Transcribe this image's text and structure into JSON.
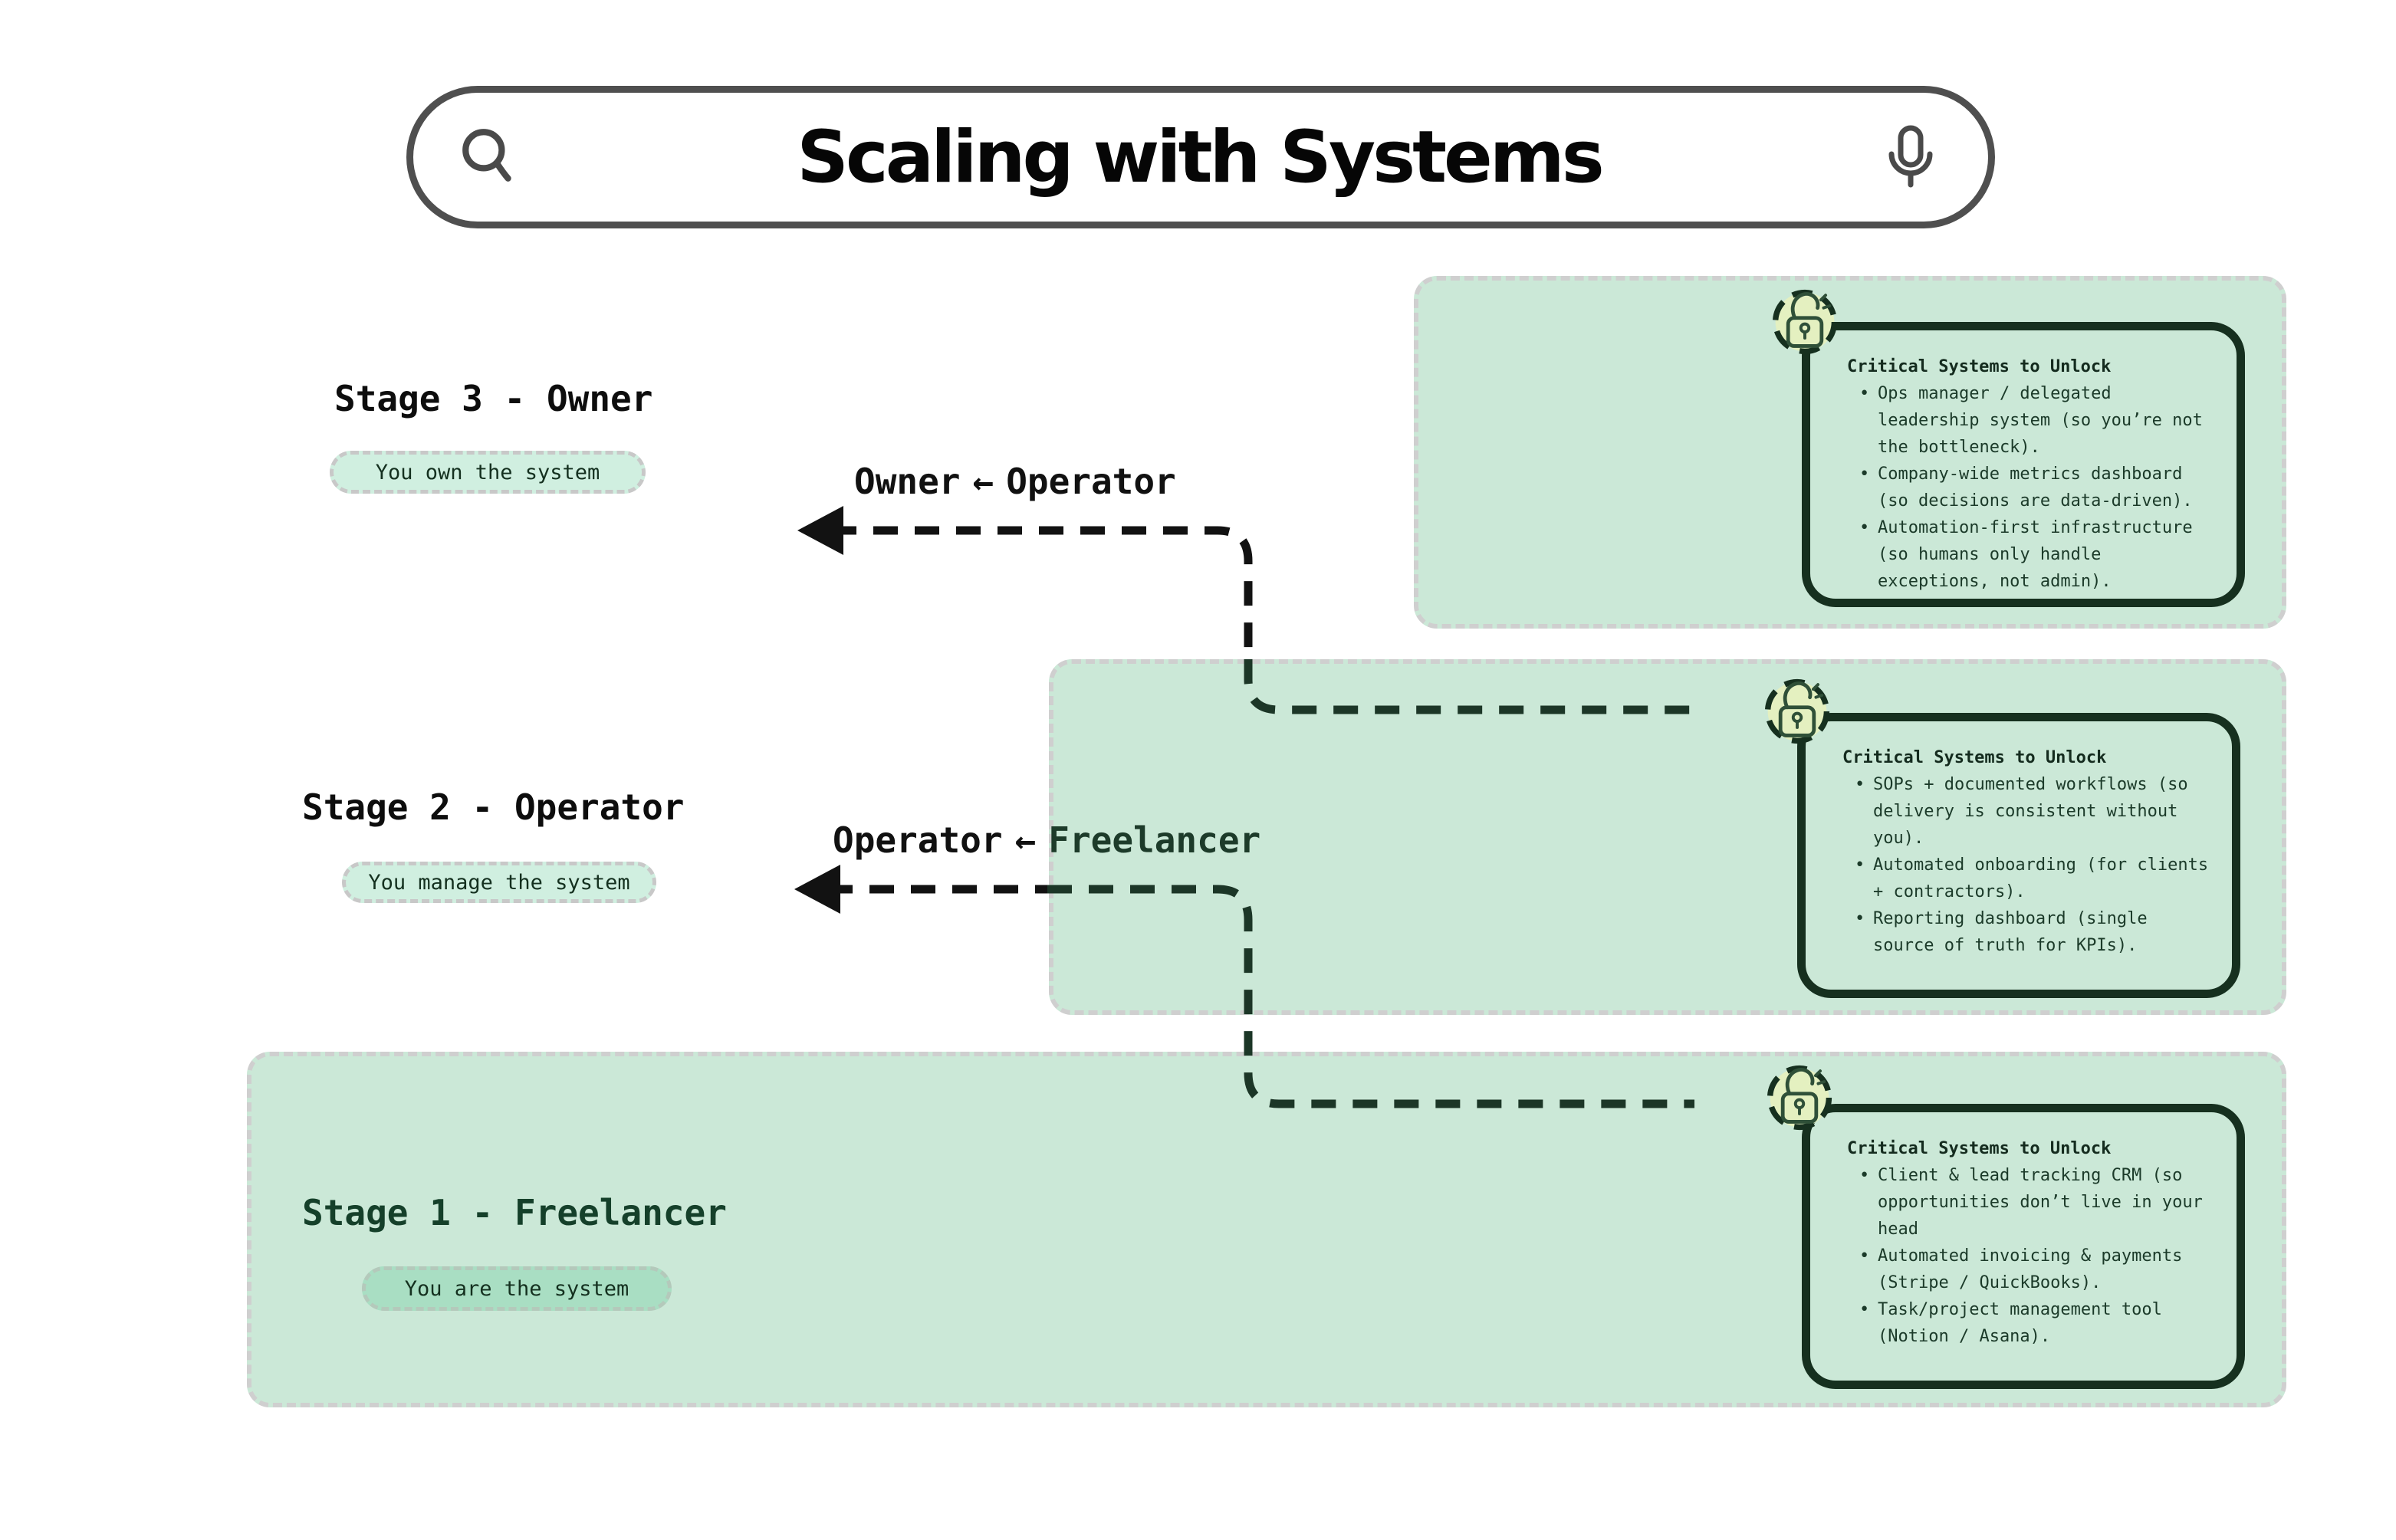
{
  "title_bar": {
    "title": "Scaling with Systems"
  },
  "stages": [
    {
      "heading": "Stage 1 - Freelancer",
      "pill": "You are the system",
      "callout": {
        "heading": "Critical Systems to Unlock",
        "bullets": [
          "Client & lead tracking CRM (so opportunities don’t live in your head",
          "Automated invoicing & payments (Stripe / QuickBooks).",
          "Task/project management tool (Notion / Asana)."
        ]
      }
    },
    {
      "heading": "Stage 2 - Operator",
      "pill": "You manage the system",
      "callout": {
        "heading": "Critical Systems to Unlock",
        "bullets": [
          "SOPs + documented workflows (so delivery is consistent without you).",
          "Automated onboarding (for clients + contractors).",
          "Reporting dashboard (single source of truth for KPIs)."
        ]
      }
    },
    {
      "heading": "Stage 3 - Owner",
      "pill": "You own the system",
      "callout": {
        "heading": "Critical Systems to Unlock",
        "bullets": [
          "Ops manager / delegated leadership system (so you’re not the bottleneck).",
          "Company-wide metrics dashboard (so decisions are data-driven).",
          "Automation-first infrastructure (so humans only handle exceptions, not admin)."
        ]
      }
    }
  ],
  "transitions": [
    {
      "left": "Owner",
      "arrow": "←",
      "right": "Operator"
    },
    {
      "left": "Operator",
      "arrow": "←",
      "right": "Freelancer"
    }
  ],
  "icons": {
    "search": "magnifier",
    "mic": "microphone",
    "unlock": "open-padlock"
  },
  "colors": {
    "panel_green": "#cbe8d7",
    "pill_green_light": "#d0efe0",
    "pill_green_dark": "#a9dec3",
    "badge_fill": "#e4f0c0",
    "dark_green_border": "#16301f",
    "text_green": "#1b3a29",
    "panel_dash_gray": "#cfcfcf",
    "search_stroke": "#4f4f4f",
    "ink": "#0d0d0d"
  }
}
